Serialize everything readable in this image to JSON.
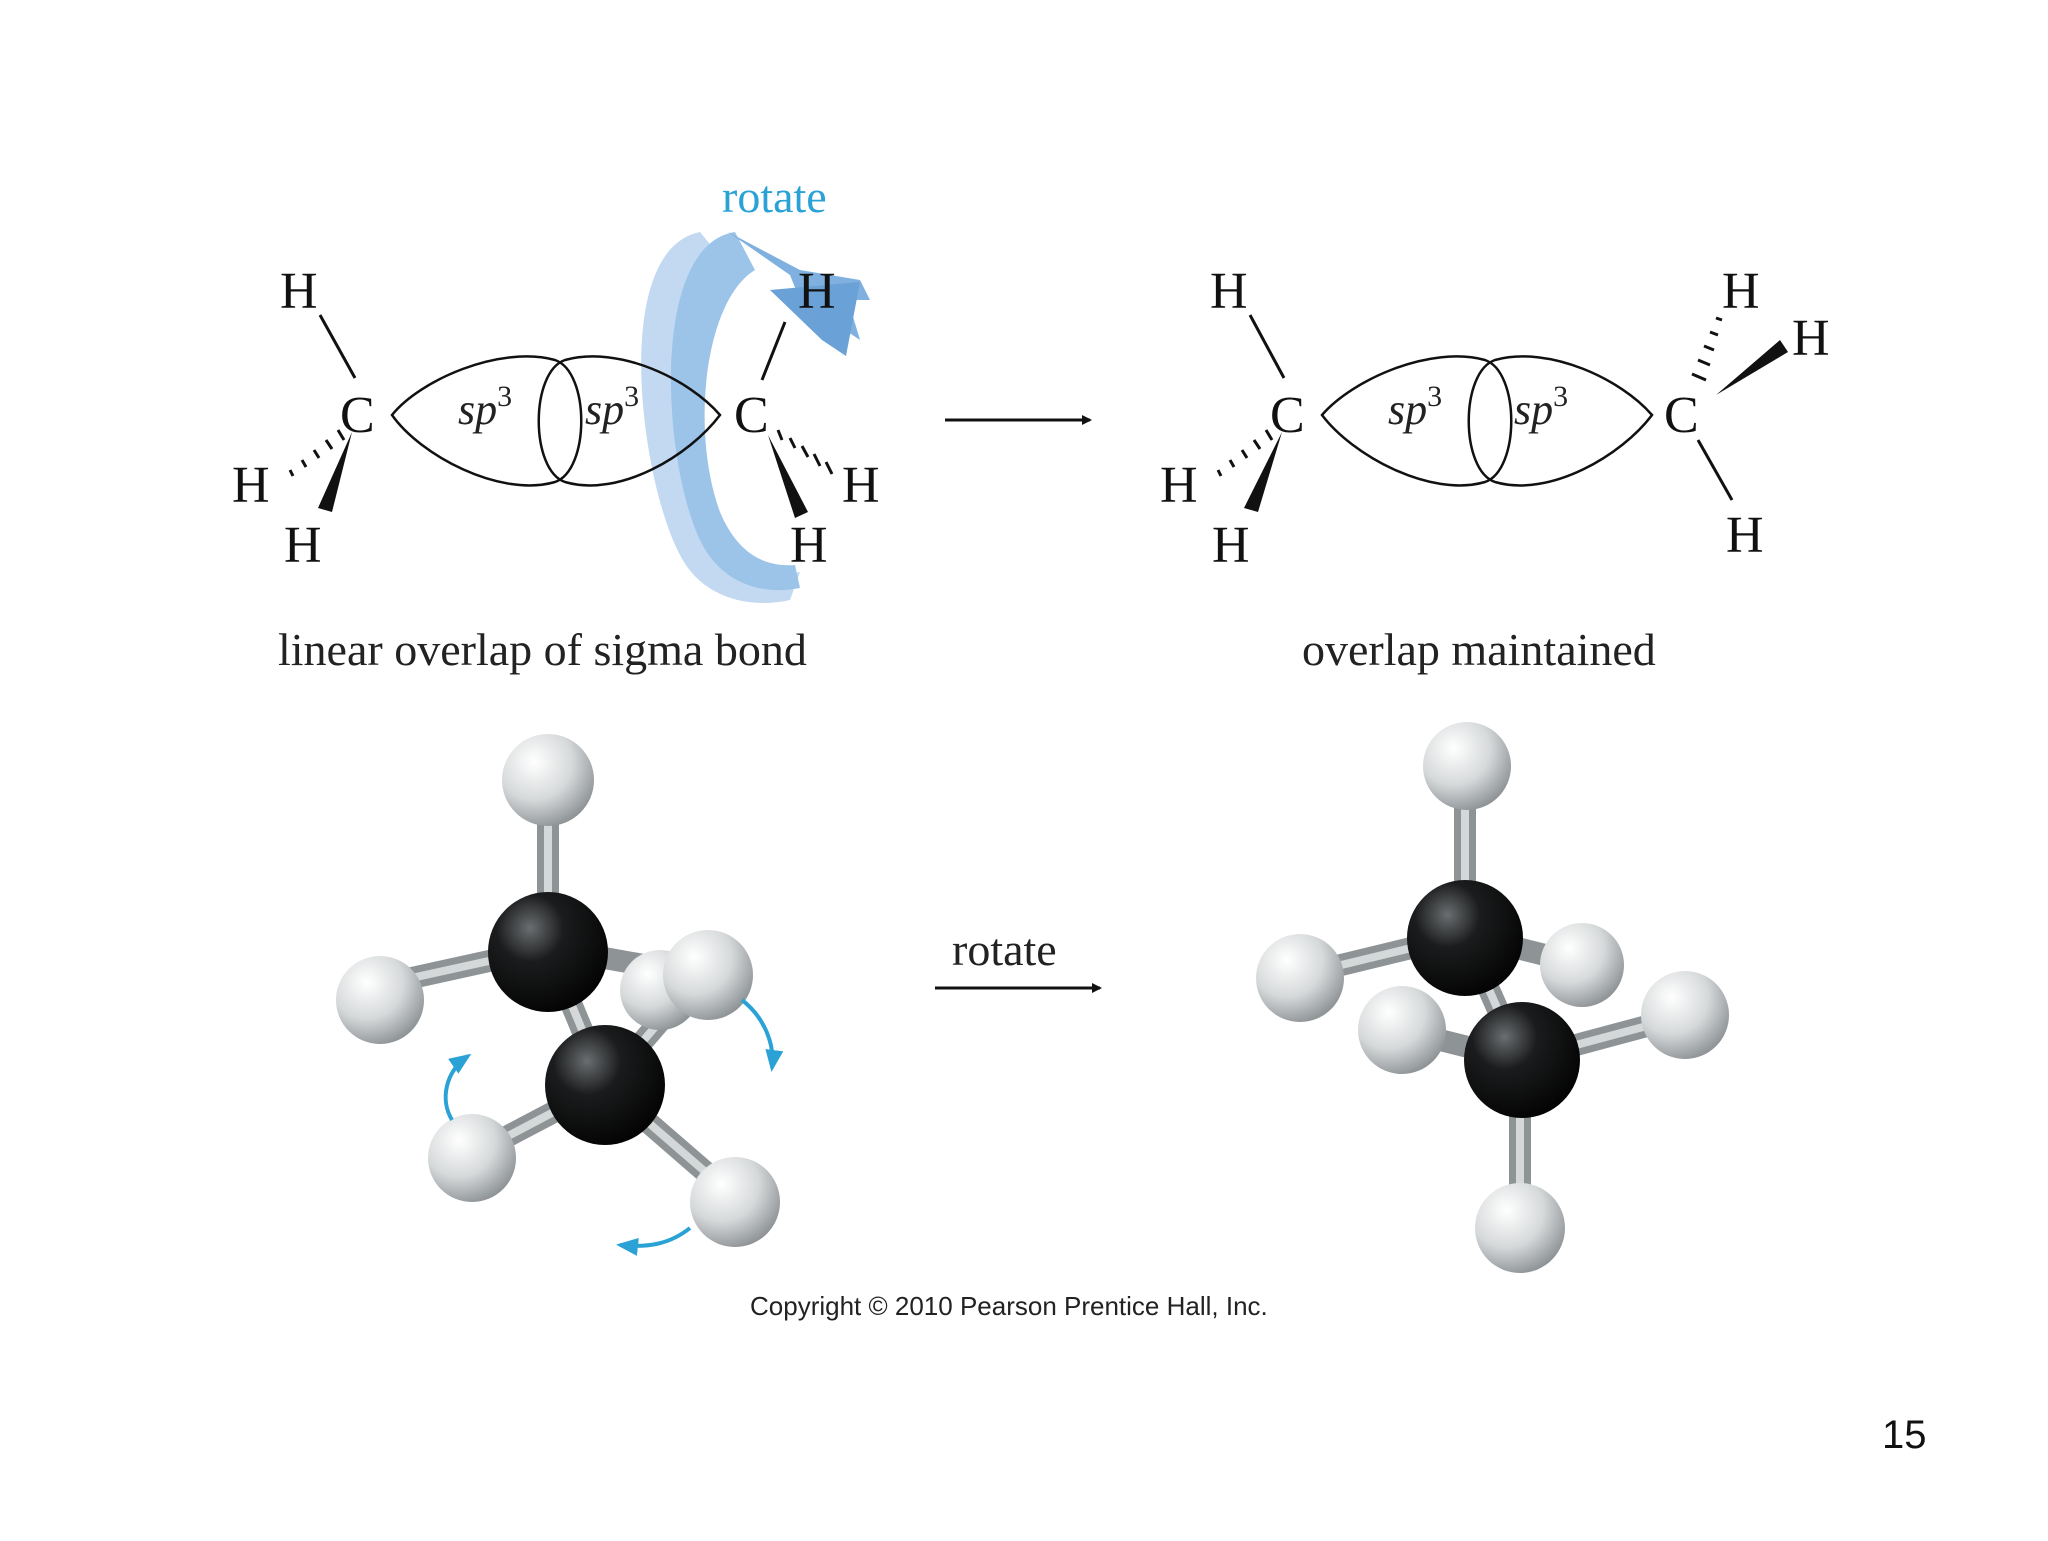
{
  "top": {
    "rotate_label": "rotate",
    "left_caption": "linear overlap of sigma bond",
    "right_caption": "overlap maintained",
    "atoms": {
      "H": "H",
      "C": "C"
    },
    "orbital": {
      "base": "sp",
      "exp": "3"
    }
  },
  "bottom": {
    "rotate_label": "rotate"
  },
  "footer": {
    "copyright": "Copyright © 2010 Pearson Prentice Hall, Inc.",
    "page_number": "15"
  },
  "colors": {
    "accent_blue": "#2aa2d6",
    "rotate_arrow_blue": "#9cc4e8",
    "carbon": "#111111",
    "hydrogen": "#d8dadb",
    "bond": "#8e9496"
  },
  "icons": [
    "rotate-arrow-icon",
    "reaction-arrow-icon"
  ]
}
